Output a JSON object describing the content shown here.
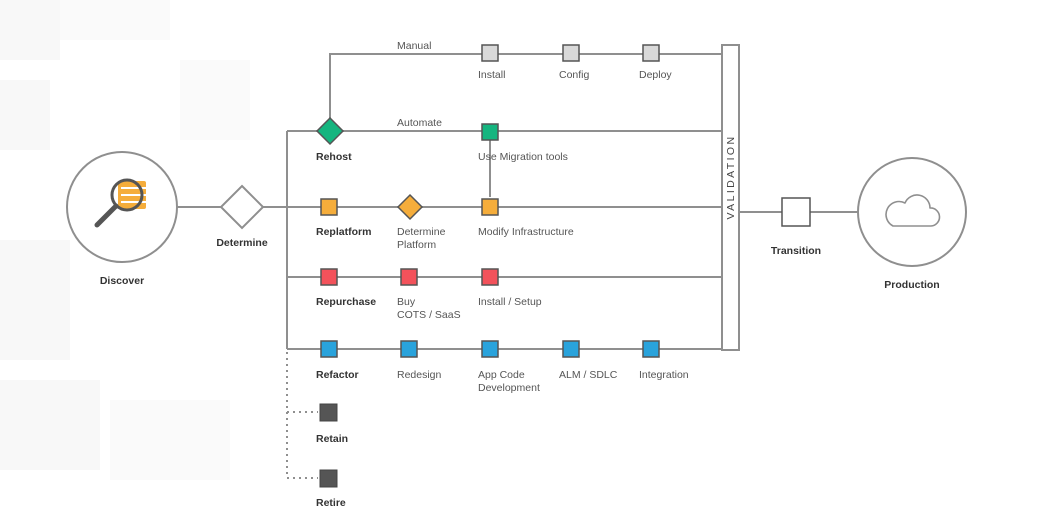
{
  "colors": {
    "line": "#8f8f8f",
    "rehost": "#15b57f",
    "replatform": "#f5ad3b",
    "repurchase": "#f3525b",
    "refactor": "#29a3dc",
    "manual": "#d9d9d9",
    "retain": "#555555",
    "background_pattern": "#f3f3f3"
  },
  "icons": {
    "discover": "magnifier-document-icon",
    "production": "cloud-icon"
  },
  "nodes": {
    "discover": "Discover",
    "determine": "Determine",
    "transition": "Transition",
    "production": "Production",
    "validation": "VALIDATION"
  },
  "rows": {
    "manual": {
      "label": "Manual",
      "steps": [
        "Install",
        "Config",
        "Deploy"
      ]
    },
    "rehost": {
      "label": "Rehost",
      "branch": "Automate",
      "step": "Use Migration tools"
    },
    "replatform": {
      "label": "Replatform",
      "decision": [
        "Determine",
        "Platform"
      ],
      "step": "Modify Infrastructure"
    },
    "repurchase": {
      "label": "Repurchase",
      "steps": [
        [
          "Buy",
          "COTS / SaaS"
        ],
        [
          "Install / Setup"
        ]
      ]
    },
    "refactor": {
      "label": "Refactor",
      "steps": [
        [
          "Redesign"
        ],
        [
          "App Code",
          "Development"
        ],
        [
          "ALM / SDLC"
        ],
        [
          "Integration"
        ]
      ]
    },
    "retain": {
      "label": "Retain"
    },
    "retire": {
      "label": "Retire"
    }
  }
}
